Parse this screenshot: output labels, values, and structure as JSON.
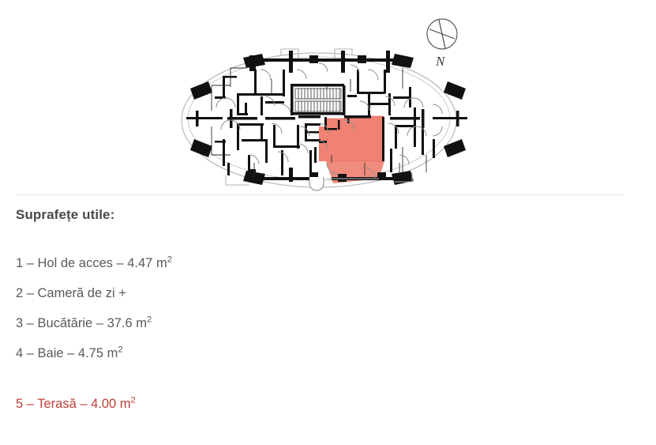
{
  "floorplan": {
    "name": "apartment-floor-plan",
    "description": "Elliptical residential floor plan with one highlighted apartment unit",
    "highlight_color": "#ef8272",
    "highlight_stroke": "#d96a5c",
    "wall_color": "#111111",
    "outline_color": "#b9b9b9",
    "compass": {
      "label": "N",
      "name": "compass-rose"
    }
  },
  "divider": {
    "color": "#e8e8e8"
  },
  "areas": {
    "heading": "Suprafețe utile:",
    "heading_color": "#4a4a4a",
    "body_color": "#5a5a5a",
    "highlight_color": "#bf4038",
    "items": [
      {
        "number": "1",
        "label": "Hol de acces",
        "value": "4.47",
        "unit": "m",
        "exp": "2",
        "text": "1 – Hol de acces – 4.47 m",
        "highlight": false
      },
      {
        "number": "2",
        "label": "Cameră de zi +",
        "value": "",
        "unit": "",
        "exp": "",
        "text": "2 – Cameră de zi +",
        "highlight": false
      },
      {
        "number": "3",
        "label": "Bucătărie",
        "value": "37.6",
        "unit": "m",
        "exp": "2",
        "text": "3 – Bucătărie – 37.6 m",
        "highlight": false
      },
      {
        "number": "4",
        "label": "Baie",
        "value": "4.75",
        "unit": "m",
        "exp": "2",
        "text": "4 – Baie – 4.75 m",
        "highlight": false
      },
      {
        "number": "5",
        "label": "Terasă",
        "value": "4.00",
        "unit": "m",
        "exp": "2",
        "text": "5 – Terasă – 4.00 m",
        "highlight": true
      }
    ]
  }
}
